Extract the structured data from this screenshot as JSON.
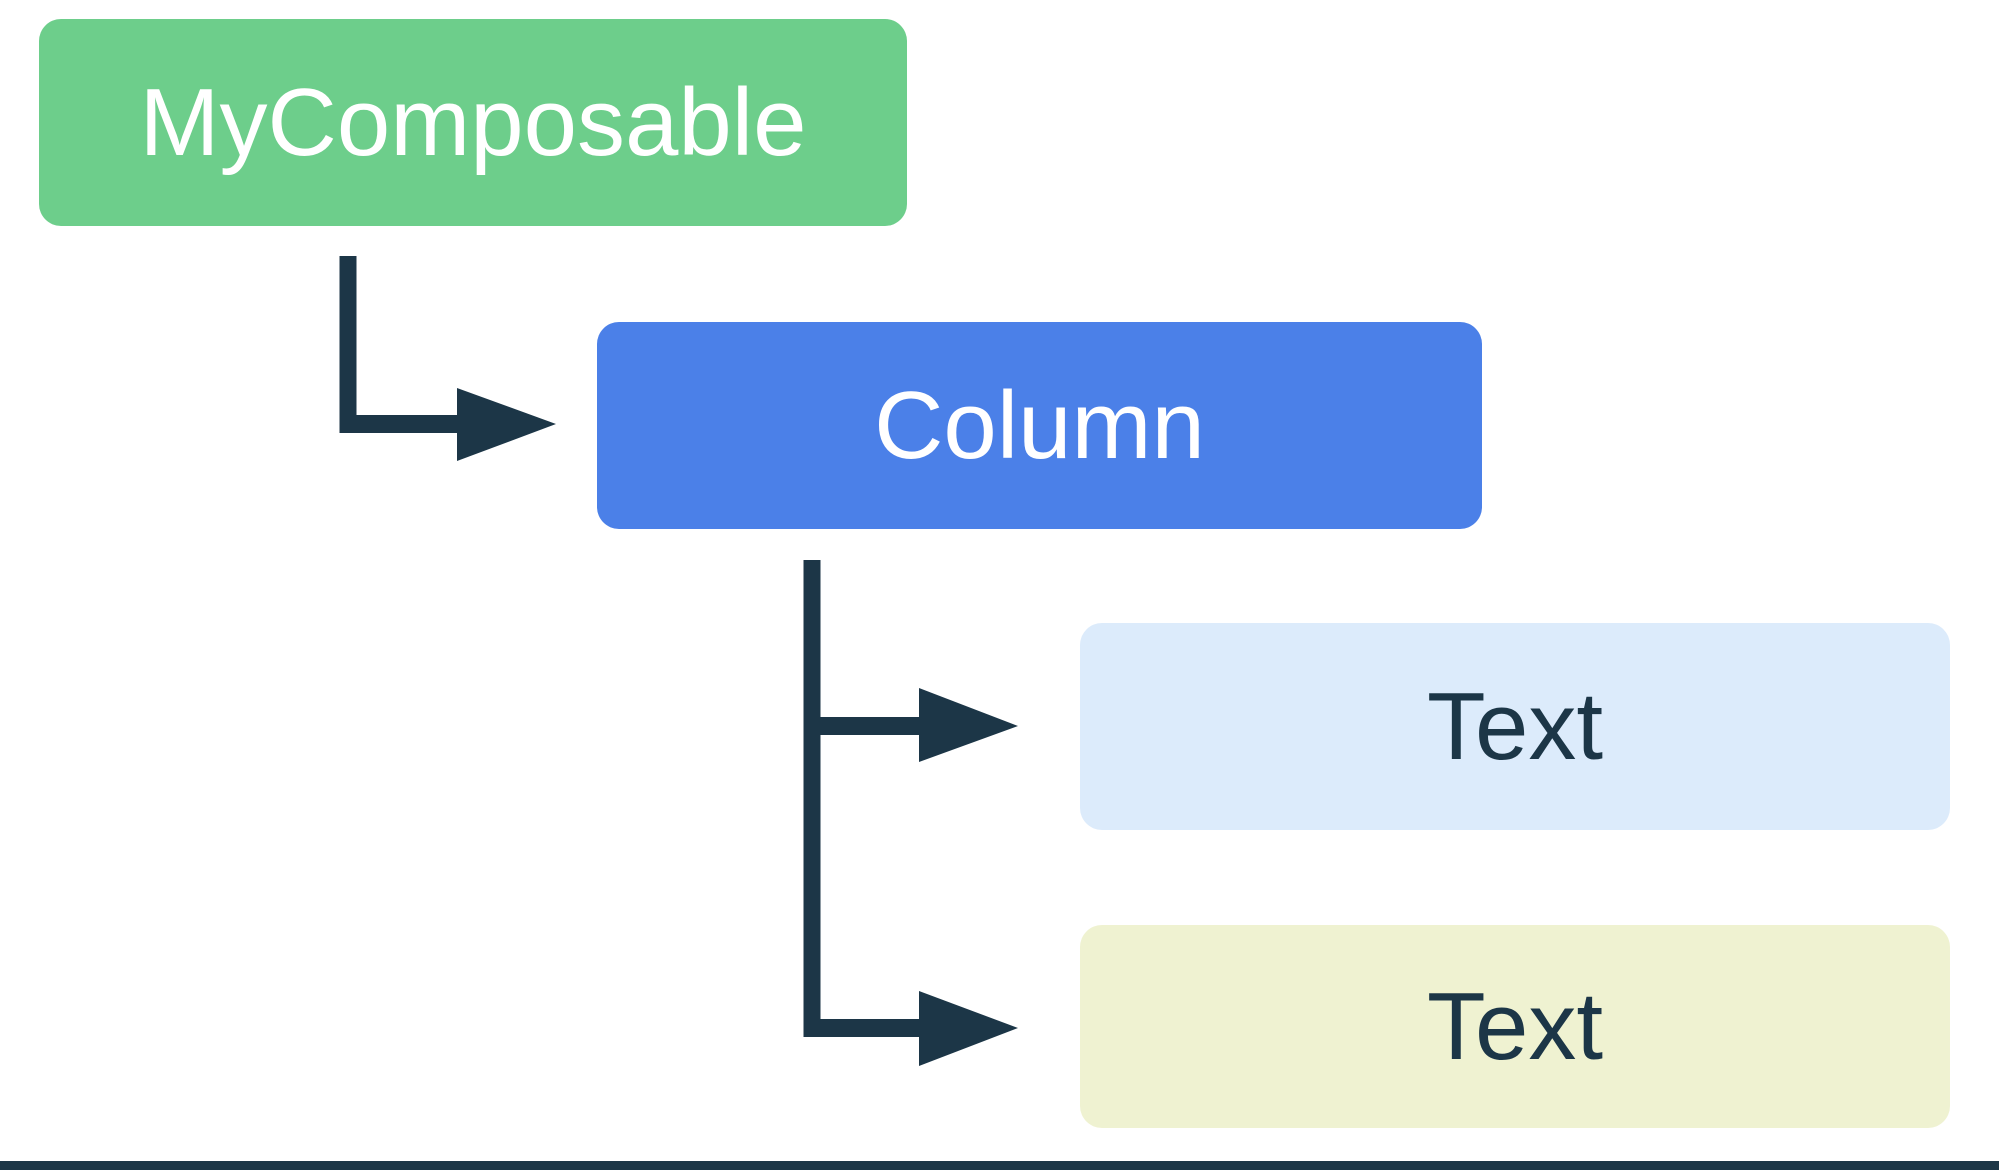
{
  "diagram": {
    "nodes": [
      {
        "id": "root",
        "label": "MyComposable",
        "bg": "#6DCE8B",
        "text_color": "#FFFFFF"
      },
      {
        "id": "column",
        "label": "Column",
        "bg": "#4B80E8",
        "text_color": "#FFFFFF"
      },
      {
        "id": "text1",
        "label": "Text",
        "bg": "#DCEBFB",
        "text_color": "#1C3647"
      },
      {
        "id": "text2",
        "label": "Text",
        "bg": "#EFF2D1",
        "text_color": "#1C3647"
      }
    ],
    "edges": [
      {
        "from": "MyComposable",
        "to": "Column"
      },
      {
        "from": "Column",
        "to": "Text"
      },
      {
        "from": "Column",
        "to": "Text"
      }
    ],
    "colors": {
      "connector": "#1C3647",
      "background": "#FFFFFF",
      "bottom_border": "#1C3647"
    }
  }
}
